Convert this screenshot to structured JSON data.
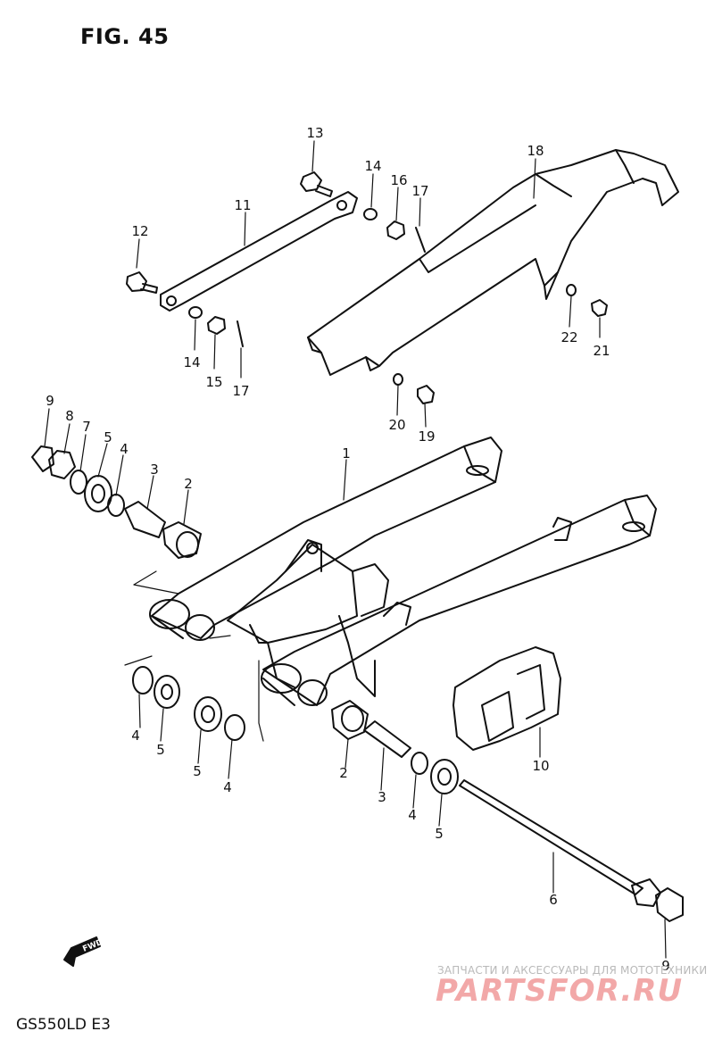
{
  "title": "FIG. 45",
  "model_code": "GS550LD E3",
  "direction_label": "FWD",
  "watermark": {
    "line1": "ЗАПЧАСТИ И АКСЕССУАРЫ ДЛЯ МОТОТЕХНИКИ",
    "line2": "PARTSFOR.RU"
  },
  "callouts": {
    "c1": "1",
    "c2a": "2",
    "c2b": "2",
    "c3a": "3",
    "c3b": "3",
    "c4a": "4",
    "c4b": "4",
    "c4c": "4",
    "c4d": "4",
    "c5a": "5",
    "c5b": "5",
    "c5c": "5",
    "c5d": "5",
    "c6": "6",
    "c7": "7",
    "c8": "8",
    "c9a": "9",
    "c9b": "9",
    "c10": "10",
    "c11": "11",
    "c12": "12",
    "c13": "13",
    "c14a": "14",
    "c14b": "14",
    "c15": "15",
    "c16": "16",
    "c17a": "17",
    "c17b": "17",
    "c18": "18",
    "c19": "19",
    "c20": "20",
    "c21": "21",
    "c22": "22"
  }
}
